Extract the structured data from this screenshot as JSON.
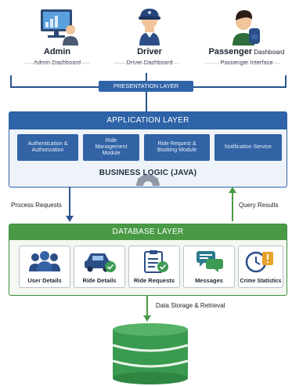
{
  "actors": [
    {
      "name": "Admin",
      "subtitle": "Admin Dashboard",
      "icon": "admin-at-monitor-icon"
    },
    {
      "name": "Driver",
      "subtitle": "Driver Dashboard",
      "icon": "driver-with-cap-icon"
    },
    {
      "name": "Passenger",
      "name_suffix": " Dashboard",
      "subtitle": "Passenger Interface",
      "icon": "passenger-with-backpack-icon"
    }
  ],
  "presentation_layer": {
    "label": "PRESENTATION LAYER"
  },
  "application_layer": {
    "title": "APPLICATION LAYER",
    "modules": [
      {
        "line1": "Authentication &",
        "line2": "Authorization",
        "line3": ""
      },
      {
        "line1": "Ride",
        "line2": "Management",
        "line3": "Module"
      },
      {
        "line1": "Ride Request &",
        "line2": "Booking Module",
        "line3": ""
      },
      {
        "line1": "Notification Service",
        "line2": "",
        "line3": ""
      }
    ],
    "business_logic": "BUSINESS LOGIC (JAVA)"
  },
  "flows": {
    "left": "Process Requests",
    "right": "Query Results",
    "bottom": "Data Storage & Retrieval"
  },
  "database_layer": {
    "title": "DATABASE LAYER",
    "tables": [
      {
        "label": "User Details",
        "icon": "users-group-icon"
      },
      {
        "label": "Ride Details",
        "icon": "car-check-icon"
      },
      {
        "label": "Ride Requests",
        "icon": "clipboard-check-icon"
      },
      {
        "label": "Messages",
        "icon": "chat-bubbles-icon"
      },
      {
        "label": "Crime Statistics",
        "icon": "clock-alert-icon"
      }
    ]
  },
  "colors": {
    "blue": "#2e63a7",
    "green": "#4a9a45",
    "db_green": "#3c9a52"
  }
}
